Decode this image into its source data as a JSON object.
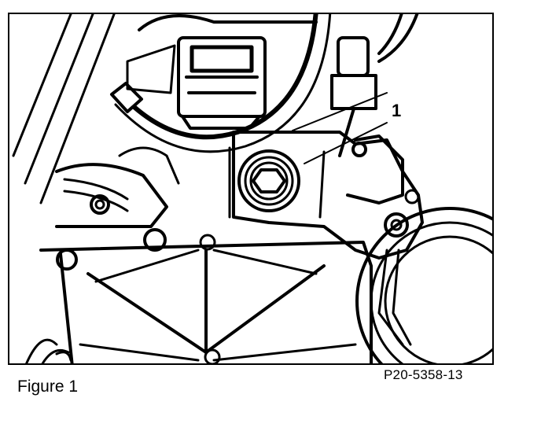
{
  "figure": {
    "caption": "Figure 1",
    "code": "P20-5358-13",
    "callouts": [
      {
        "number": "1"
      }
    ]
  }
}
